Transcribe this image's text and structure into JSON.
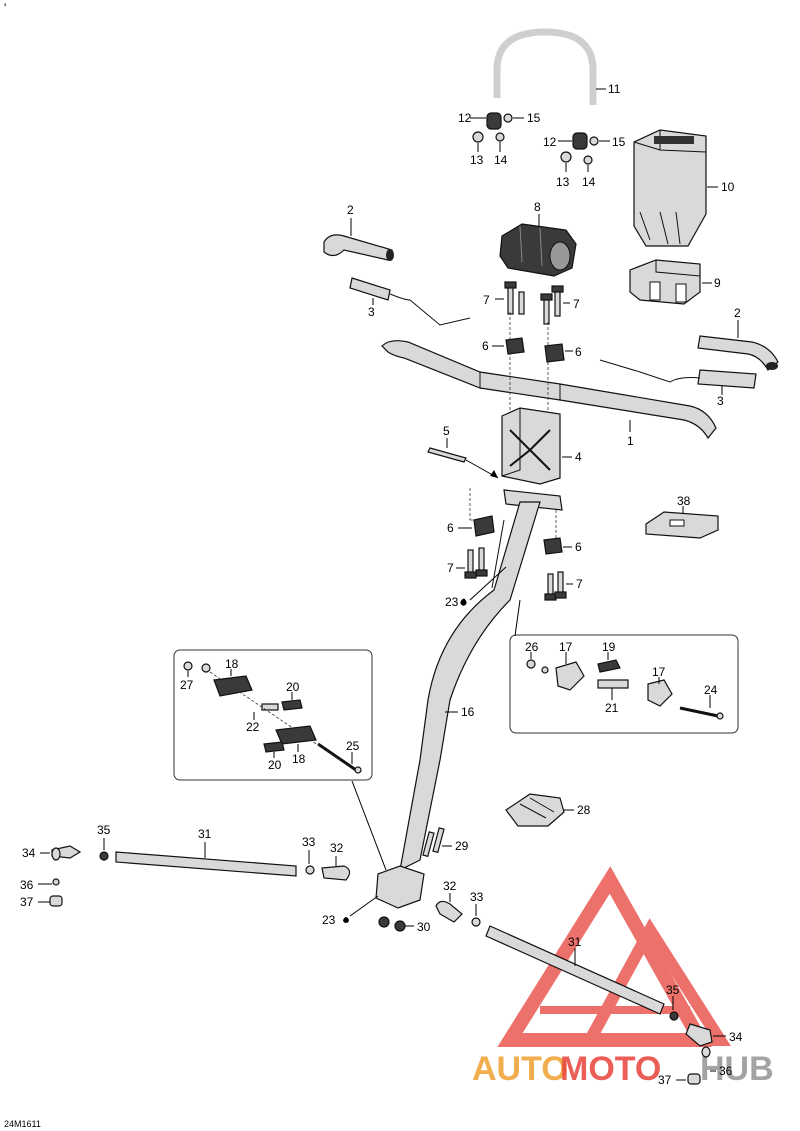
{
  "diagram_code": "24M1611",
  "corner_mark": "'",
  "watermark": {
    "part1": "AUTO",
    "part2": "MOTO",
    "part3": "HUB"
  },
  "labels": {
    "l1": "1",
    "l2a": "2",
    "l2b": "2",
    "l3a": "3",
    "l3b": "3",
    "l4": "4",
    "l5": "5",
    "l6a": "6",
    "l6b": "6",
    "l6c": "6",
    "l6d": "6",
    "l7a": "7",
    "l7b": "7",
    "l7c": "7",
    "l7d": "7",
    "l8": "8",
    "l9": "9",
    "l10": "10",
    "l11": "11",
    "l12a": "12",
    "l12b": "12",
    "l13a": "13",
    "l13b": "13",
    "l14a": "14",
    "l14b": "14",
    "l15a": "15",
    "l15b": "15",
    "l16": "16",
    "l17a": "17",
    "l17b": "17",
    "l18a": "18",
    "l18b": "18",
    "l19": "19",
    "l20a": "20",
    "l20b": "20",
    "l21": "21",
    "l22": "22",
    "l23a": "23",
    "l23b": "23",
    "l24": "24",
    "l25": "25",
    "l26": "26",
    "l27": "27",
    "l28": "28",
    "l29": "29",
    "l30": "30",
    "l31a": "31",
    "l31b": "31",
    "l32a": "32",
    "l32b": "32",
    "l33a": "33",
    "l33b": "33",
    "l34a": "34",
    "l34b": "34",
    "l35a": "35",
    "l35b": "35",
    "l36a": "36",
    "l36b": "36",
    "l37a": "37",
    "l37b": "37",
    "l38": "38"
  },
  "colors": {
    "watermark_red": "#e8423a",
    "watermark_orange": "#f0a030",
    "watermark_gray": "#9a9a9a"
  }
}
